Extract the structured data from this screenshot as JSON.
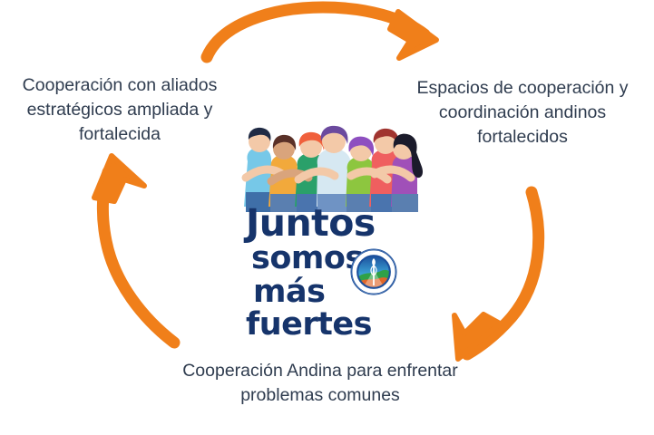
{
  "diagram": {
    "type": "cycle",
    "title_visible": false,
    "background_color": "#ffffff",
    "arrow_color": "#f07f1a",
    "label_color": "#2f3c4f",
    "nodes": [
      {
        "id": "left",
        "position": "top-left",
        "text": "Cooperación con aliados estratégicos ampliada y fortalecida"
      },
      {
        "id": "right",
        "position": "top-right",
        "text": "Espacios de cooperación y coordinación andinos fortalecidos"
      },
      {
        "id": "bottom",
        "position": "bottom-center",
        "text": "Cooperación Andina para enfrentar problemas comunes"
      }
    ],
    "arrows": [
      {
        "id": "top-arrow",
        "name": "arrow-left-to-right",
        "direction": "right",
        "style": "hand-drawn-curved"
      },
      {
        "id": "right-arrow",
        "name": "arrow-right-to-bottom",
        "direction": "down-left",
        "style": "hand-drawn-curved"
      },
      {
        "id": "left-arrow",
        "name": "arrow-bottom-to-left",
        "direction": "up",
        "style": "hand-drawn-curved"
      }
    ]
  },
  "logo": {
    "name": "juntos-somos-mas-fuertes-logo",
    "illustration": "group-of-people-hugging",
    "text_color": "#16346b",
    "lines": {
      "line1": "Juntos",
      "line2": "somos",
      "line3": "más",
      "line4": "fuertes"
    },
    "seal": {
      "name": "organismo-andino-de-salud-seal",
      "shape": "circular-emblem",
      "colors": [
        "#1b4f9c",
        "#2fa148",
        "#e0672a",
        "#ffffff"
      ]
    },
    "people": [
      {
        "hair": "#1f2a44",
        "shirt": "#76c8e8"
      },
      {
        "hair": "#5a3128",
        "shirt": "#f2a93b"
      },
      {
        "hair": "#f0603c",
        "shirt": "#2aa06a"
      },
      {
        "hair": "#6b4a9e",
        "shirt": "#cfe4ee"
      },
      {
        "hair": "#8e4fc0",
        "shirt": "#8dc63f"
      },
      {
        "hair": "#a0342f",
        "shirt": "#ef5f5f"
      },
      {
        "hair": "#1b1b2b",
        "shirt": "#a050b8"
      }
    ]
  }
}
